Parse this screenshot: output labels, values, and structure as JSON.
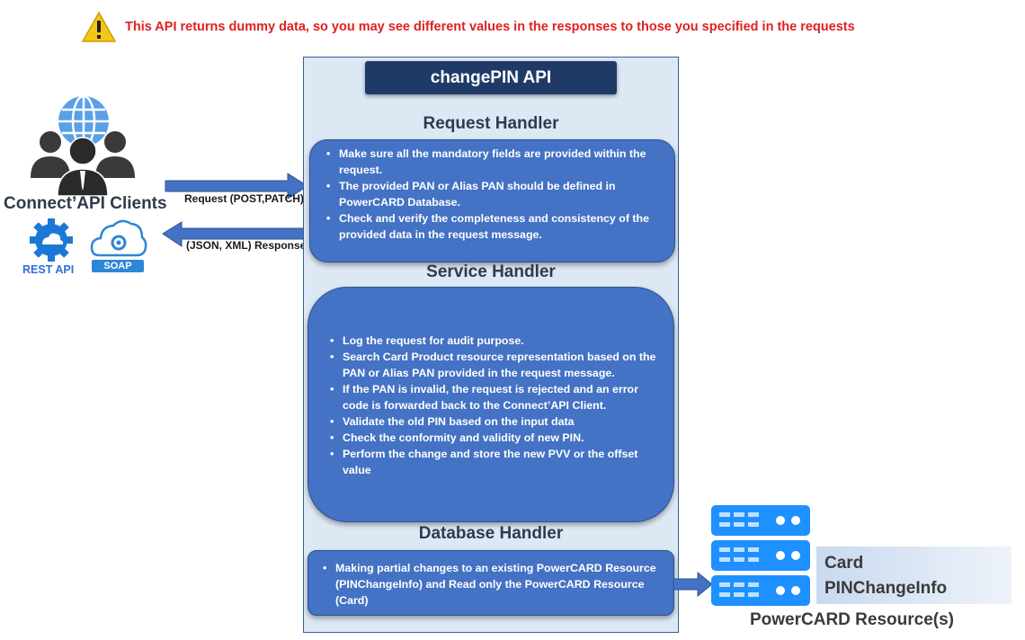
{
  "warning": {
    "text": "This API returns dummy data, so you may see different values in the responses to those you specified in the requests"
  },
  "title": "changePIN  API",
  "clients": {
    "label": "Connect’API Clients",
    "rest_label": "REST API",
    "soap_label": "SOAP"
  },
  "arrows": {
    "request_label": "Request (POST,PATCH)",
    "response_label": "(JSON, XML) Response"
  },
  "request_handler": {
    "heading": "Request Handler",
    "items": [
      "Make sure all the mandatory fields are provided within the request.",
      "The provided PAN or Alias PAN should be defined in PowerCARD Database.",
      "Check and verify the completeness and consistency of the provided data in the request message."
    ]
  },
  "service_handler": {
    "heading": "Service Handler",
    "items": [
      "Log the request for audit purpose.",
      "Search Card Product resource representation based on the PAN or Alias PAN provided in the request message.",
      "If the PAN is invalid, the request is rejected and an error code is forwarded back to the Connect’API Client.",
      "Validate the old PIN based on the input data",
      "Check the conformity and validity of new PIN.",
      "Perform the change and store the new PVV or the offset value"
    ]
  },
  "database_handler": {
    "heading": "Database Handler",
    "items": [
      "Making partial changes to an existing PowerCARD Resource (PINChangeInfo) and Read only the PowerCARD Resource (Card)"
    ]
  },
  "resources": {
    "items": [
      "Card",
      "PINChangeInfo"
    ],
    "caption": "PowerCARD Resource(s)"
  },
  "colors": {
    "warning": "#e02020",
    "title_box": "#1f3a66",
    "handler_box": "#4472c4",
    "panel": "#dde8f5",
    "arrow": "#4472c4",
    "server": "#1e90ff"
  },
  "icons": [
    "warning-icon",
    "globe-icon",
    "users-icon",
    "rest-api-gear-icon",
    "soap-cloud-icon",
    "server-rack-icon"
  ]
}
